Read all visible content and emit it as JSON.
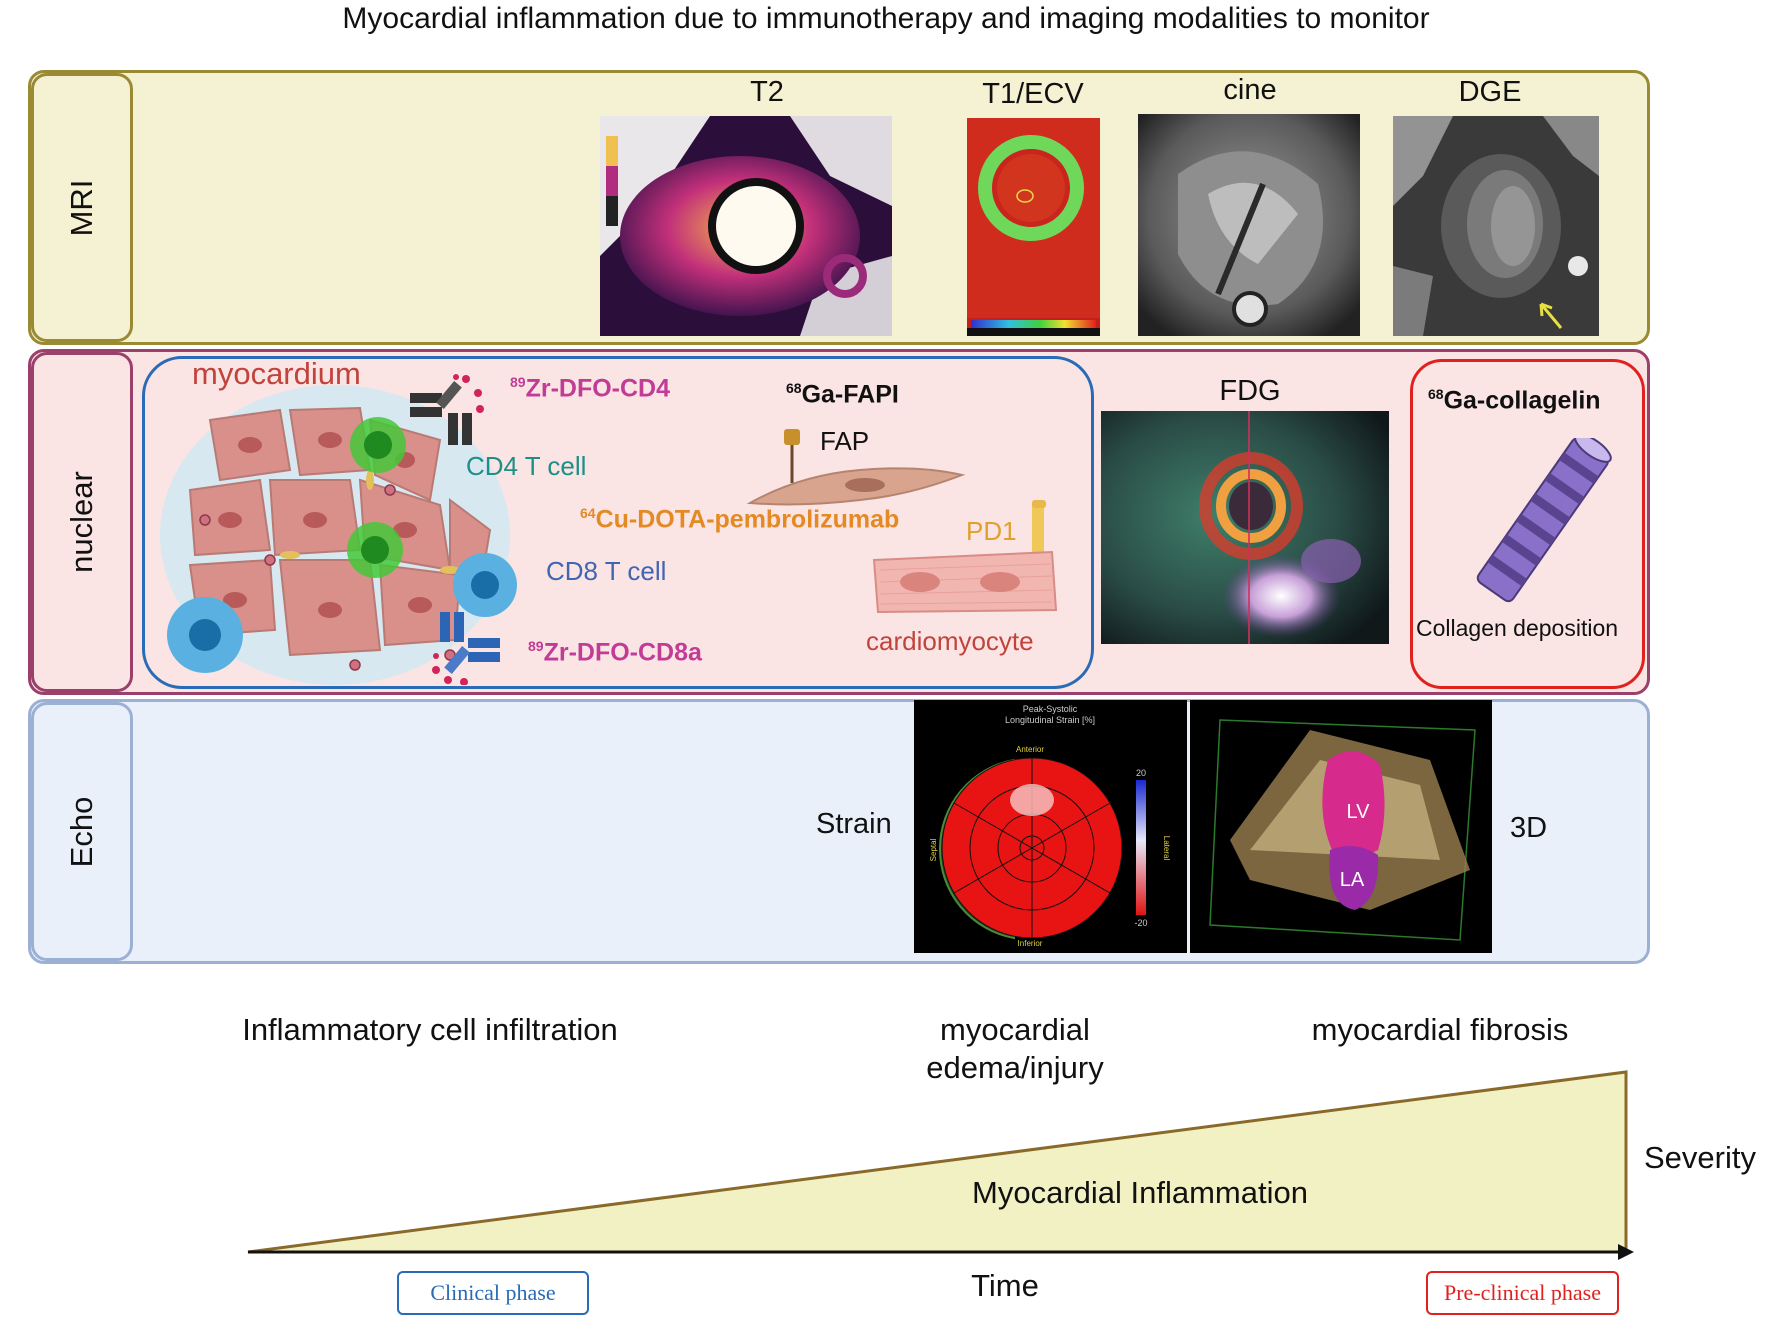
{
  "title": "Myocardial inflammation due to immunotherapy and imaging modalities to monitor",
  "rows": {
    "mri": {
      "label": "MRI",
      "fill": "#f5f2d3",
      "border": "#9a8a33",
      "modalities": [
        "T2",
        "T1/ECV",
        "cine",
        "DGE"
      ]
    },
    "nuclear": {
      "label": "nuclear",
      "fill": "#fbe4e4",
      "border": "#9b3f6b",
      "panel": {
        "myocardium_label": "myocardium",
        "tracers": {
          "zr_cd4_iso": "89",
          "zr_cd4_name": "Zr-DFO-CD4",
          "ga_fapi_iso": "68",
          "ga_fapi_name": "Ga-FAPI",
          "cu_pembro_iso": "64",
          "cu_pembro_name": "Cu-DOTA-pembrolizumab",
          "zr_cd8_iso": "89",
          "zr_cd8_name": "Zr-DFO-CD8a"
        },
        "cells": {
          "cd4": "CD4 T cell",
          "cd8": "CD8 T cell",
          "fap": "FAP",
          "pd1": "PD1",
          "cardiomyocyte": "cardiomyocyte"
        }
      },
      "fdg_label": "FDG",
      "collagelin": {
        "iso": "68",
        "name": "Ga-collagelin",
        "caption": "Collagen deposition"
      }
    },
    "echo": {
      "label": "Echo",
      "fill": "#eaf0fa",
      "border": "#9cb0d6",
      "strain_label": "Strain",
      "strain_title_line1": "Peak-Systolic",
      "strain_title_line2": "Longitudinal Strain [%]",
      "strain_anterior": "Anterior",
      "strain_inferior": "Inferior",
      "strain_septal": "Septal",
      "strain_lateral": "Lateral",
      "strain_scale_top": "20",
      "strain_scale_bottom": "-20",
      "threed_label": "3D",
      "lv": "LV",
      "la": "LA"
    }
  },
  "stages": {
    "infiltration": "Inflammatory cell infiltration",
    "edema_line1": "myocardial",
    "edema_line2": "edema/injury",
    "fibrosis": "myocardial fibrosis"
  },
  "triangle": {
    "label": "Myocardial Inflammation",
    "severity": "Severity",
    "time": "Time",
    "fill": "#f2f1c4"
  },
  "phases": {
    "clinical": {
      "label": "Clinical phase",
      "color": "#2a6bb8"
    },
    "preclinical": {
      "label": "Pre-clinical phase",
      "color": "#e0221f"
    }
  }
}
